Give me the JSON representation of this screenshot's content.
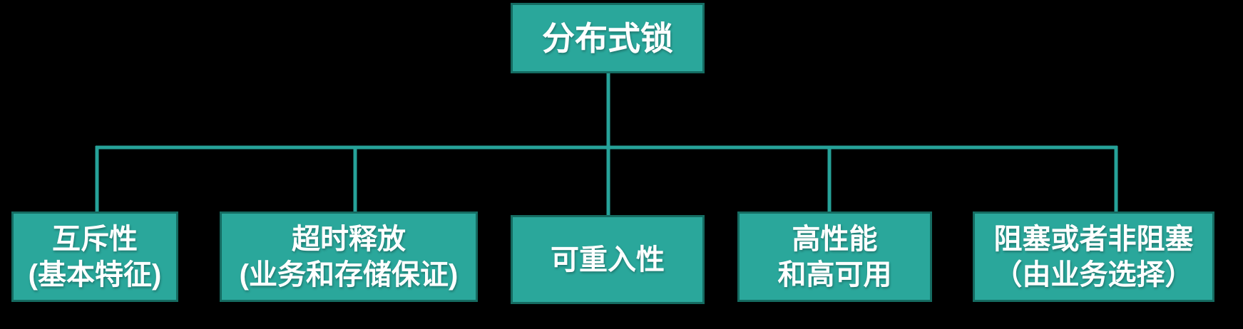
{
  "diagram": {
    "background": "#000000",
    "node_fill": "#2aa79b",
    "node_border": "#156b61",
    "connector_color": "#26a299",
    "text_color": "#ffffff"
  },
  "root": {
    "label": "分布式锁"
  },
  "children": [
    {
      "lines": [
        "互斥性",
        "(基本特征)"
      ]
    },
    {
      "lines": [
        "超时释放",
        "(业务和存储保证)"
      ]
    },
    {
      "lines": [
        "可重入性"
      ]
    },
    {
      "lines": [
        "高性能",
        "和高可用"
      ]
    },
    {
      "lines": [
        "阻塞或者非阻塞",
        "（由业务选择）"
      ]
    }
  ]
}
